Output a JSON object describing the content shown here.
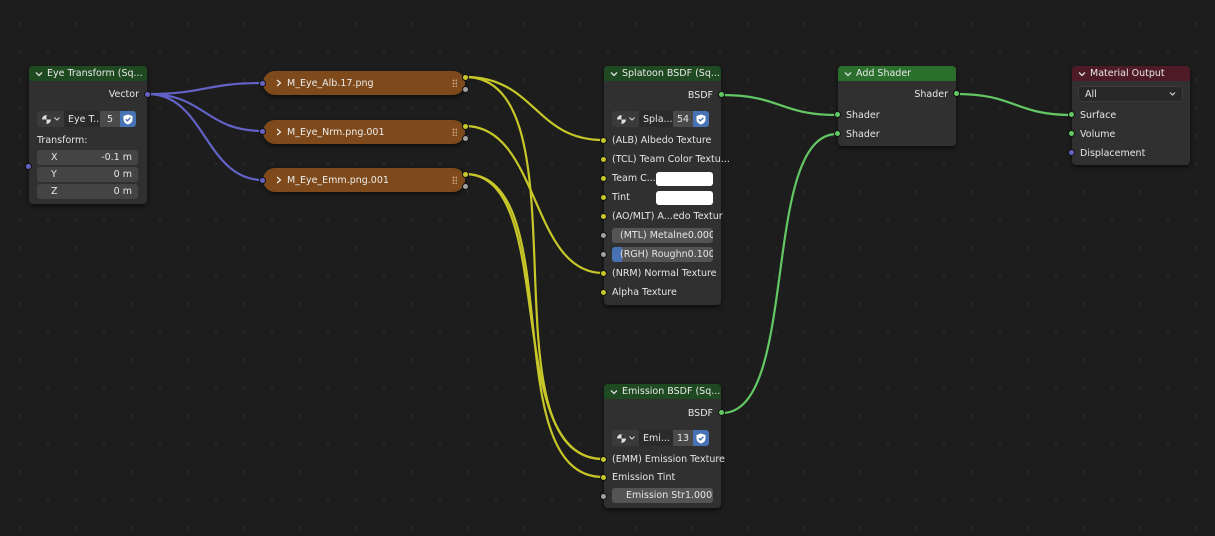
{
  "colors": {
    "background": "#1d1d1d",
    "node_body": "#303030",
    "group_header": "#1f4a21",
    "shader_header": "#2a6f2c",
    "output_header": "#4d1a25",
    "image_node": "#7f4a1b",
    "socket_color": "#c7c729",
    "socket_shader": "#63c763",
    "socket_vector": "#6363c7",
    "socket_float": "#a1a1a1",
    "link_color": "#c7c729",
    "link_shader": "#63c763",
    "link_vector": "#6363c7"
  },
  "eye_transform": {
    "title": "Eye Transform (Sq...",
    "output_vector": "Vector",
    "datablock_name": "Eye T...",
    "datablock_users": "5",
    "transform_label": "Transform:",
    "x_label": "X",
    "x_value": "-0.1 m",
    "y_label": "Y",
    "y_value": "0 m",
    "z_label": "Z",
    "z_value": "0 m"
  },
  "image_nodes": {
    "alb": "M_Eye_Alb.17.png",
    "nrm": "M_Eye_Nrm.png.001",
    "emm": "M_Eye_Emm.png.001"
  },
  "splatoon_bsdf": {
    "title": "Splatoon BSDF (Sq...",
    "output_bsdf": "BSDF",
    "datablock_name": "Spla...",
    "datablock_users": "54",
    "inputs": {
      "albedo": "(ALB) Albedo Texture",
      "team_color": "(TCL) Team Color Textu...",
      "team_c": "Team C...",
      "tint": "Tint",
      "ao_mlt": "(AO/MLT) A...edo Textur",
      "metalness_label": "(MTL) Metalne",
      "metalness_value": "0.000",
      "roughness_label": "(RGH) Roughn",
      "roughness_value": "0.100",
      "normal": "(NRM) Normal Texture",
      "alpha": "Alpha Texture"
    },
    "roughness_fraction": 0.1
  },
  "emission_bsdf": {
    "title": "Emission BSDF (Sq...",
    "output_bsdf": "BSDF",
    "datablock_name": "Emi...",
    "datablock_users": "13",
    "inputs": {
      "emission_texture": "(EMM) Emission Texture",
      "emission_tint": "Emission Tint",
      "strength_label": "Emission Str",
      "strength_value": "1.000"
    }
  },
  "add_shader": {
    "title": "Add Shader",
    "output": "Shader",
    "input1": "Shader",
    "input2": "Shader"
  },
  "material_output": {
    "title": "Material Output",
    "target": "All",
    "inputs": {
      "surface": "Surface",
      "volume": "Volume",
      "displacement": "Displacement"
    }
  }
}
